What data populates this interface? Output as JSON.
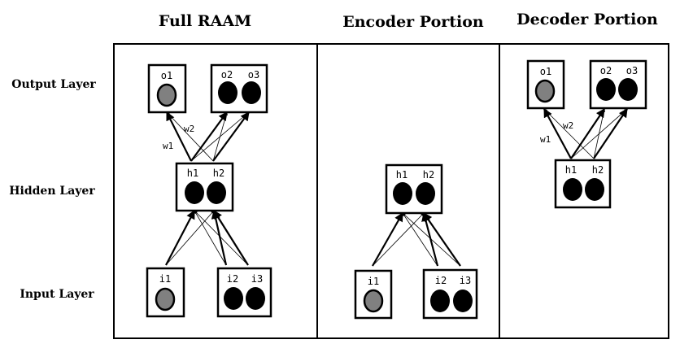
{
  "titles": {
    "full": "Full RAAM",
    "encoder": "Encoder Portion",
    "decoder": "Decoder Portion"
  },
  "row_labels": {
    "output": "Output Layer",
    "hidden": "Hidden Layer",
    "input": "Input Layer"
  },
  "units": {
    "o1": "o1",
    "o2": "o2",
    "o3": "o3",
    "h1": "h1",
    "h2": "h2",
    "i1": "i1",
    "i2": "i2",
    "i3": "i3"
  },
  "weights": {
    "w1": "w1",
    "w2": "w2"
  },
  "colors": {
    "line": "#000000",
    "grey_unit": "#808080",
    "black_unit": "#000000"
  }
}
